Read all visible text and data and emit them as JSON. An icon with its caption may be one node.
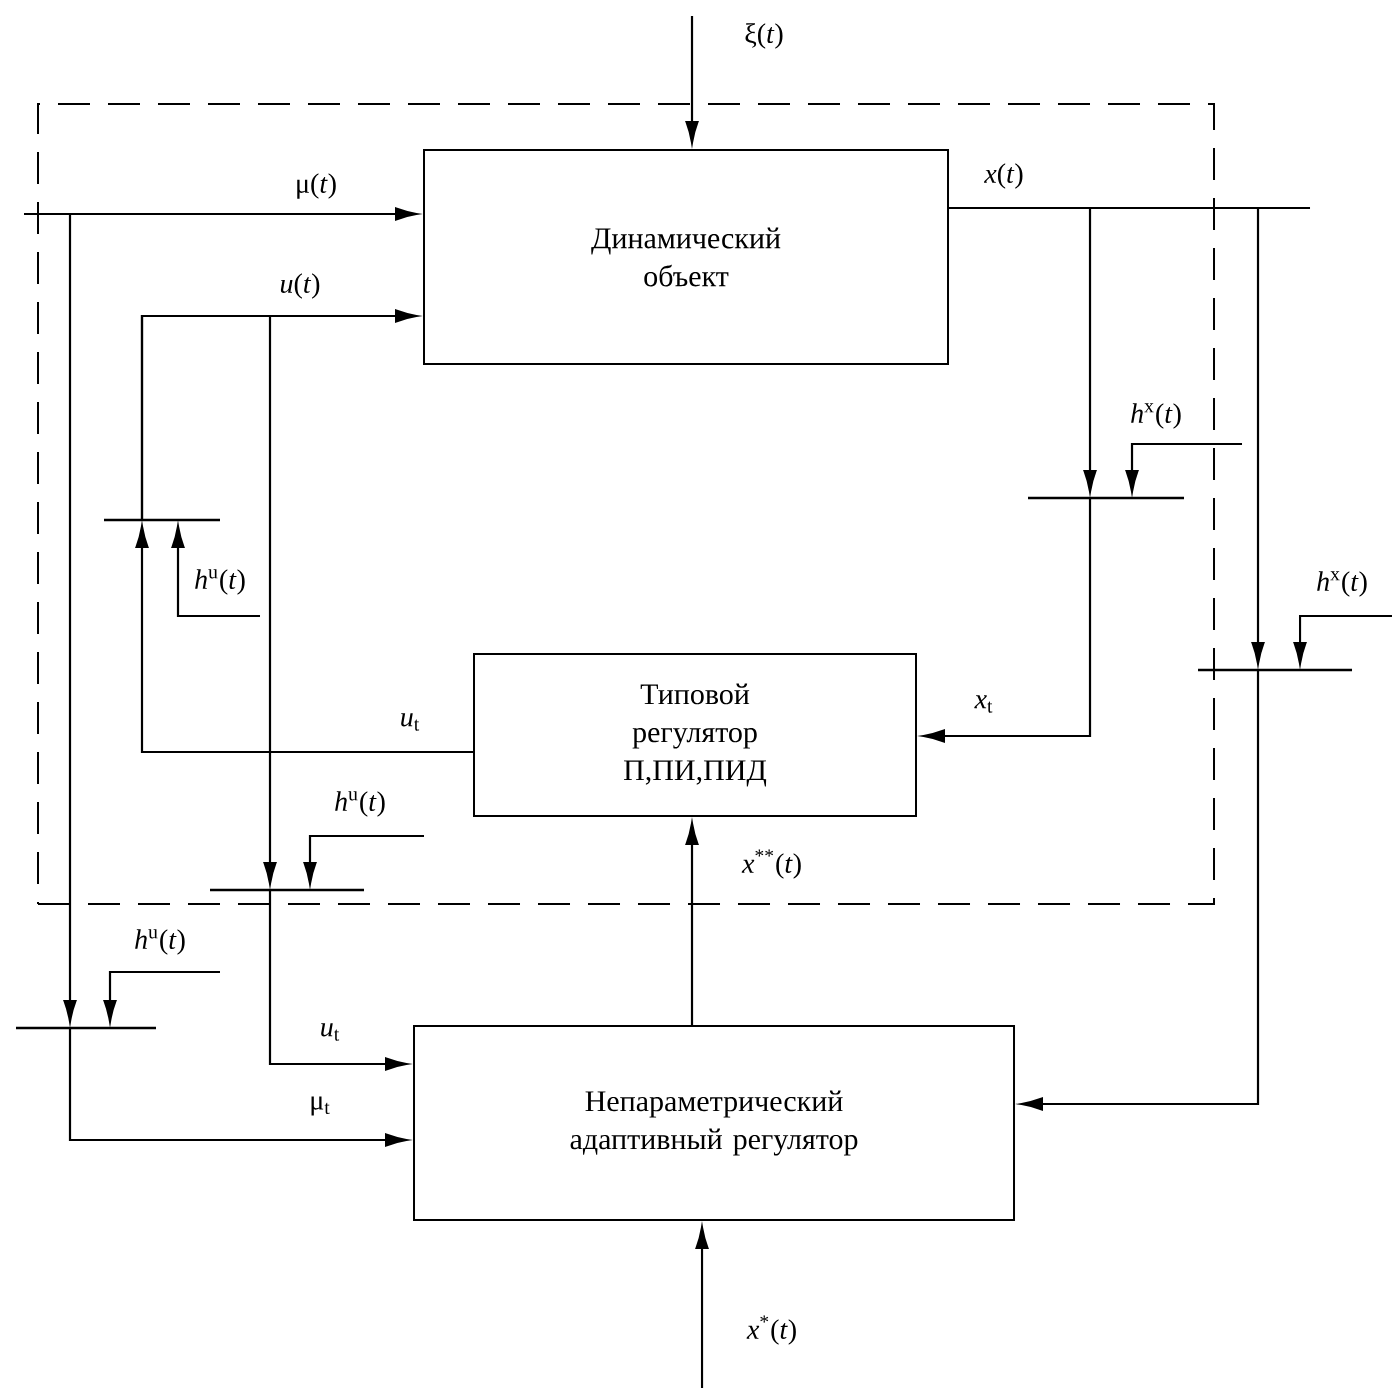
{
  "diagram": {
    "nodes": [
      {
        "text": [],
        "shape": "box"
      },
      {
        "text": [
          "Динамический объект"
        ],
        "in": 0
      },
      {
        "text": [
          "Типовой регулятор П,ПИ,ПИД"
        ],
        "in": 0
      },
      {
        "text": [
          "Непараметрический адаптивный регулятор"
        ]
      },
      {
        "text": [],
        "shape": "bar",
        "in": 0
      },
      {
        "text": [],
        "shape": "bar",
        "in": 0
      },
      {
        "text": [],
        "shape": "bar"
      },
      {
        "text": [],
        "shape": "bar",
        "in": 0
      },
      {
        "text": [],
        "shape": "bar"
      }
    ],
    "edges": [
      {
        "from": null,
        "to": 1,
        "arrow": "to",
        "label": "ξ(*t*)"
      },
      {
        "from": null,
        "to": 1,
        "arrow": "to",
        "label": "μ(*t*)"
      },
      {
        "from": null,
        "to": 8,
        "arrow": "to"
      },
      {
        "from": 8,
        "to": 3,
        "arrow": "to",
        "label": "μ$_{t}$"
      },
      {
        "from": 2,
        "to": 4,
        "arrow": "to",
        "label": "*u*$_{t}$"
      },
      {
        "from": 4,
        "to": 1,
        "arrow": "to",
        "label": "*u*(*t*)"
      },
      {
        "from": 4,
        "to": 7,
        "arrow": "to"
      },
      {
        "from": 7,
        "to": 3,
        "arrow": "to",
        "label": "*u*$_{t}$"
      },
      {
        "from": null,
        "to": 4,
        "arrow": "to",
        "label": "*h*$^{u}$(*t*)"
      },
      {
        "from": null,
        "to": 7,
        "arrow": "to",
        "label": "*h*$^{u}$(*t*)"
      },
      {
        "from": null,
        "to": 8,
        "arrow": "to",
        "label": "*h*$^{u}$(*t*)"
      },
      {
        "from": 1,
        "to": 5,
        "arrow": "to",
        "label": "*x*(*t*)"
      },
      {
        "from": 1,
        "to": 6,
        "arrow": "to"
      },
      {
        "from": 5,
        "to": 2,
        "arrow": "to",
        "label": "*x*$_{t}$"
      },
      {
        "from": 6,
        "to": 3,
        "arrow": "to"
      },
      {
        "from": null,
        "to": 5,
        "arrow": "to",
        "label": "*h*$^{x}$(*t*)"
      },
      {
        "from": null,
        "to": 6,
        "arrow": "to",
        "label": "*h*$^{x}$(*t*)"
      },
      {
        "from": 3,
        "to": 2,
        "arrow": "to",
        "label": "*x*$^{**}$(*t*)"
      },
      {
        "from": null,
        "to": 3,
        "arrow": "to",
        "label": "*x*$^{*}$(*t*)"
      }
    ]
  }
}
